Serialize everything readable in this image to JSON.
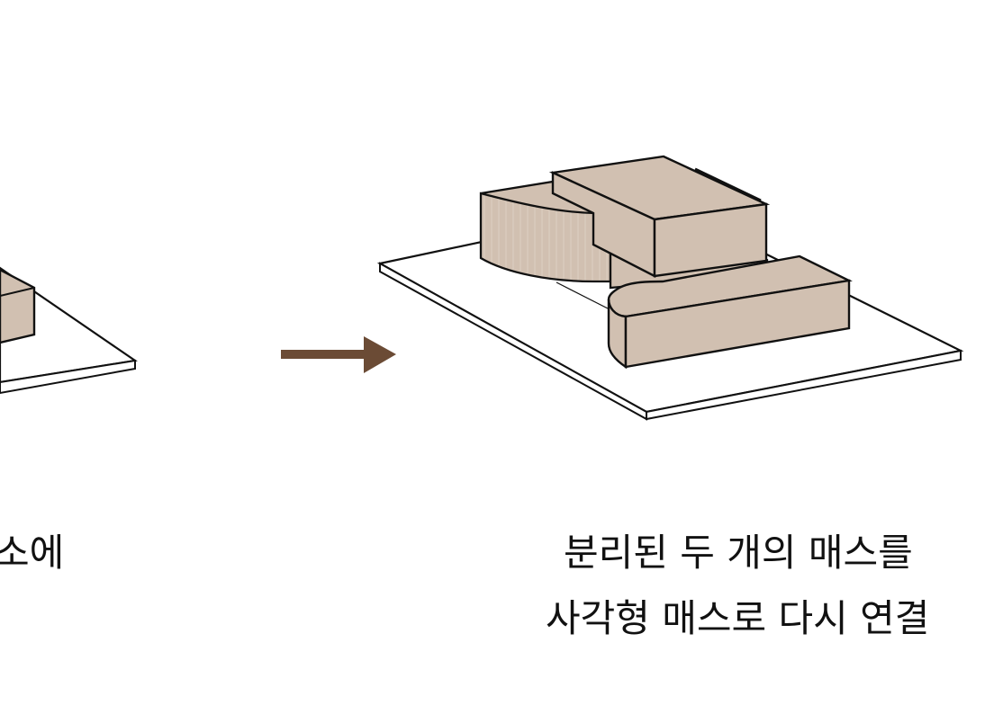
{
  "diagram": {
    "left_panel": {
      "caption": "소에"
    },
    "right_panel": {
      "caption_line_1": "분리된 두 개의 매스를",
      "caption_line_2": "사각형 매스로 다시 연결"
    },
    "colors": {
      "mass_fill": "#d1c0b1",
      "mass_stroke": "#111111",
      "base_fill": "#ffffff",
      "arrow": "#6b4b35"
    }
  }
}
